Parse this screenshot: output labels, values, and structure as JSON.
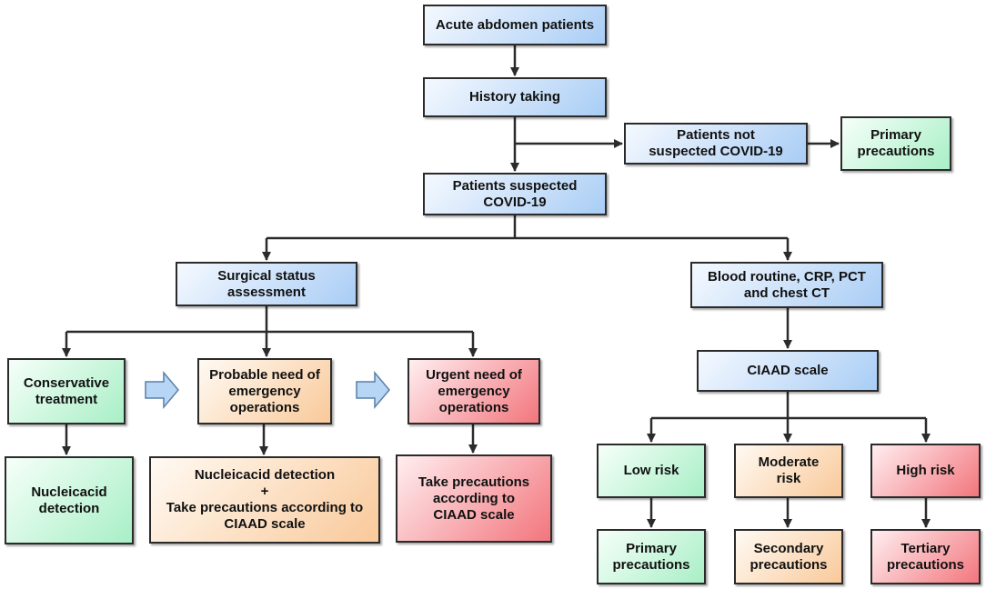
{
  "colors": {
    "line": "#2b2b2b",
    "blue_box": "#a9cdf5",
    "green_box": "#a8efc6",
    "orange_box": "#f9c99a",
    "red_box": "#f2767d",
    "transition_arrow": "#a9cdf5"
  },
  "nodes": {
    "acute_abdomen": "Acute abdomen patients",
    "history_taking": "History taking",
    "not_suspected": "Patients not suspected COVID-19",
    "primary_precautions_top": "Primary precautions",
    "suspected": "Patients suspected COVID-19",
    "surgical_status": "Surgical status assessment",
    "blood_routine": "Blood routine, CRP, PCT and chest CT",
    "conservative_treatment": "Conservative treatment",
    "probable_need": "Probable need of emergency operations",
    "urgent_need": "Urgent need of emergency operations",
    "nucleicacid_detection": "Nucleicacid detection",
    "nucleicacid_combo_line1": "Nucleicacid detection",
    "nucleicacid_combo_plus": "+",
    "nucleicacid_combo_line2": "Take precautions according to CIAAD scale",
    "take_precautions_ciaad": "Take precautions according to CIAAD scale",
    "ciaad_scale": "CIAAD scale",
    "low_risk": "Low risk",
    "moderate_risk": "Moderate risk",
    "high_risk": "High risk",
    "primary_precautions_bottom": "Primary precautions",
    "secondary_precautions": "Secondary precautions",
    "tertiary_precautions": "Tertiary precautions"
  }
}
